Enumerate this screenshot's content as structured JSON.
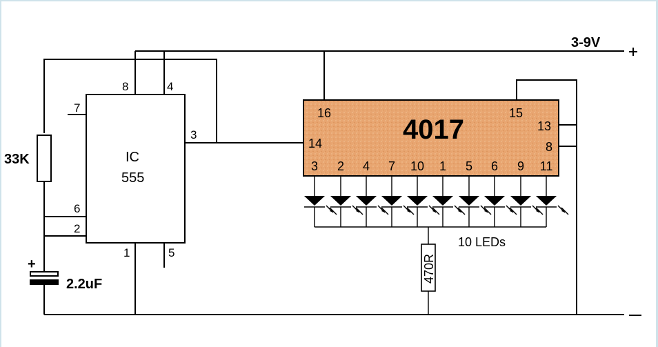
{
  "supply": {
    "positive_label": "3-9V",
    "plus_sign": "+",
    "minus_sign": "–"
  },
  "ic555": {
    "line1": "IC",
    "line2": "555",
    "pins": {
      "p8": "8",
      "p4": "4",
      "p7": "7",
      "p3": "3",
      "p6": "6",
      "p2": "2",
      "p1": "1",
      "p5": "5"
    }
  },
  "ic4017": {
    "title": "4017",
    "body_color": "#e8a570",
    "pins": {
      "p16": "16",
      "p15": "15",
      "p14": "14",
      "p13": "13",
      "p8": "8"
    },
    "outputs": [
      "3",
      "2",
      "4",
      "7",
      "10",
      "1",
      "5",
      "6",
      "9",
      "11"
    ]
  },
  "resistor_timing": "33K",
  "capacitor": {
    "label": "2.2uF",
    "plus": "+"
  },
  "resistor_led": "470R",
  "leds_label": "10 LEDs"
}
